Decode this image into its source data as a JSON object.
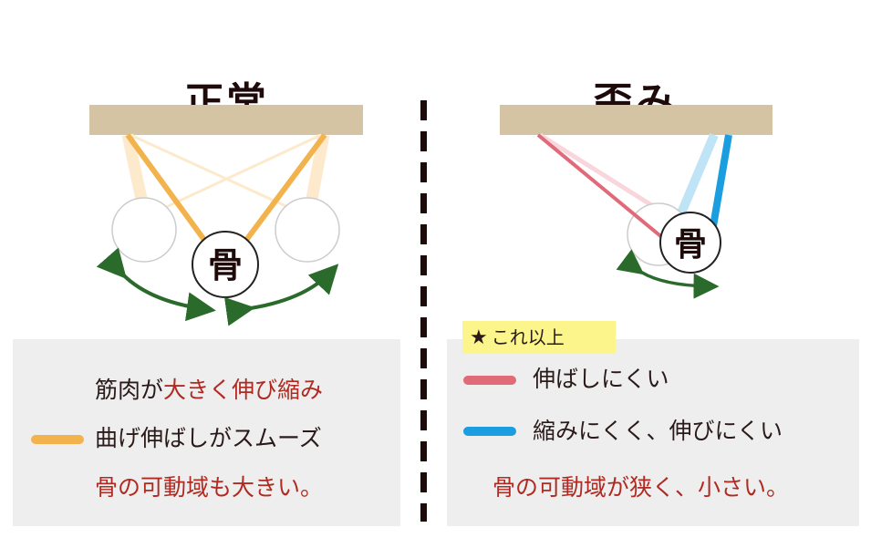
{
  "left": {
    "title": "正常",
    "bone_label": "骨",
    "desc_line1_a": "筋肉が",
    "desc_line1_b": "大きく伸び縮み",
    "desc_line2": "曲げ伸ばしがスムーズ",
    "desc_line3": "骨の可動域も大きい。"
  },
  "right": {
    "title": "歪み",
    "bone_label": "骨",
    "badge": "これ以上",
    "legend_red": "伸ばしにくい",
    "legend_blue": "縮みにくく、伸びにくい",
    "summary": "骨の可動域が狭く、小さい。"
  },
  "colors": {
    "bar": "#d4c4a4",
    "orange": "#f2b24c",
    "orange_light": "#fde9cc",
    "red": "#e06a78",
    "red_light": "#f8d6dc",
    "blue": "#1a9ee0",
    "blue_light": "#bfe4f6",
    "arrow_green": "#2a6a2a",
    "text_red": "#b02a22",
    "panel": "#eeeeee",
    "badge": "#fbf58c"
  }
}
